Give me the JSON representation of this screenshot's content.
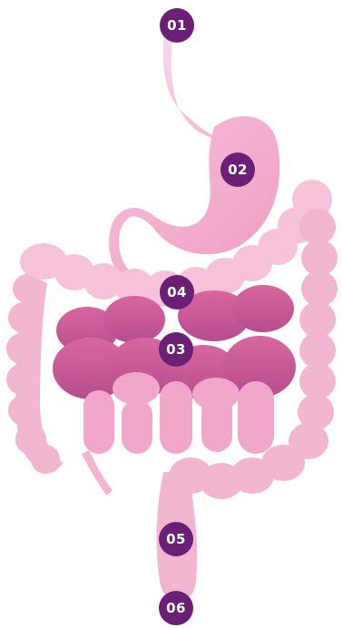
{
  "diagram": {
    "markers": [
      {
        "label": "01"
      },
      {
        "label": "02"
      },
      {
        "label": "03"
      },
      {
        "label": "04"
      },
      {
        "label": "05"
      },
      {
        "label": "06"
      }
    ],
    "colors": {
      "marker": "#6b1f75",
      "organ_light": "#f3b6d1",
      "organ_mid": "#e98ab9",
      "organ_dark": "#c2569a",
      "esophagus": "#f7d5e5"
    }
  }
}
